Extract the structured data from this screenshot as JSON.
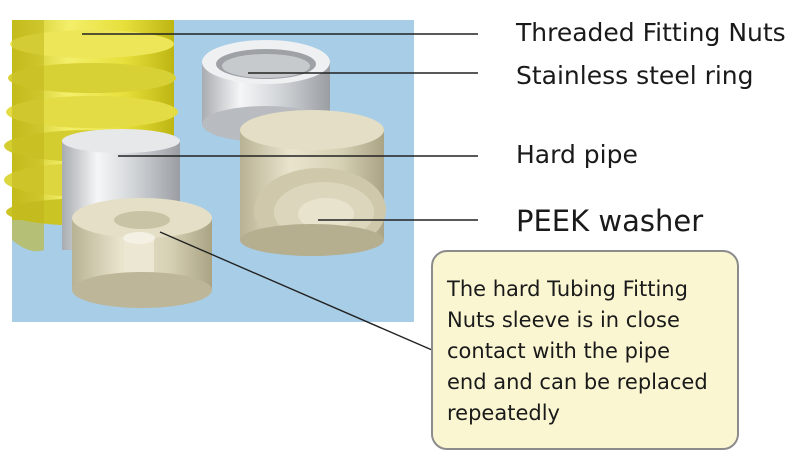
{
  "labels": {
    "threaded_nuts": "Threaded Fitting Nuts",
    "steel_ring": "Stainless steel ring",
    "hard_pipe": "Hard pipe",
    "peek_washer": "PEEK washer"
  },
  "callout": {
    "lines": [
      "The hard Tubing Fitting",
      "Nuts sleeve is in close",
      "contact with the pipe",
      "end and can be replaced",
      "repeatedly"
    ]
  },
  "colors": {
    "background_panel": "#a8cde6",
    "nut_yellow": "#e8e34a",
    "washer_beige": "#d9d3b8",
    "steel_silver": "#d8dadc",
    "callout_fill": "#fbf6d2",
    "leader_line": "#222222"
  }
}
